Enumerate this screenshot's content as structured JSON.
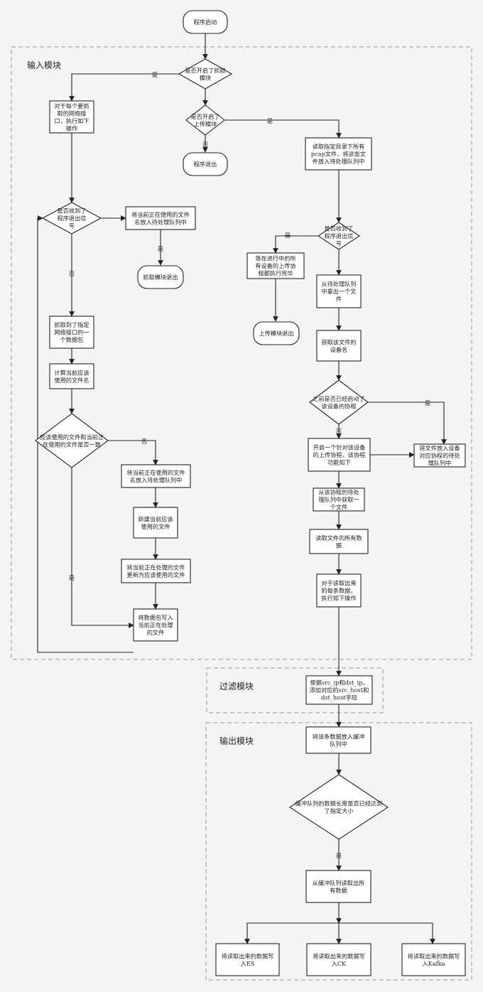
{
  "regions": {
    "input": "输入模块",
    "filter": "过滤模块",
    "output": "输出模块"
  },
  "nodes": {
    "start": [
      "程序启动"
    ],
    "d_capture": [
      "是否开启了抓取",
      "模块"
    ],
    "d_upload": [
      "是否开启了",
      "上传模块"
    ],
    "exit_prog": [
      "程序退出"
    ],
    "foreach_iface": [
      "对于每个要抓",
      "取的网络接",
      "口，执行如下",
      "操作"
    ],
    "d_exit_signal_left": [
      "是否收到了",
      "程序退出信",
      "号"
    ],
    "queue_current_left": [
      "将当前正在使用的文件",
      "名放入待处理队列中"
    ],
    "capture_exit": [
      "抓取模块退出"
    ],
    "captured_packet": [
      "抓取到了指定",
      "网络接口的一",
      "个数据包"
    ],
    "compute_filename": [
      "计算当前应该",
      "使用的文件名"
    ],
    "d_same_file": [
      "应该使用的文件和当前正",
      "在使用的文件是否一致"
    ],
    "queue_current_2": [
      "将当前正在使用的文件",
      "名放入待处理队列中"
    ],
    "new_file": [
      "新建当前应该",
      "使用的文件"
    ],
    "update_file": [
      "将当前正在处理的文件",
      "更新为应该使用的文件"
    ],
    "write_packet": [
      "将数据包写入",
      "当前正在处理",
      "的文件"
    ],
    "read_dir": [
      "读取指定目录下所有",
      "pcap文件，将这些文",
      "件放入待处理队列中"
    ],
    "d_exit_signal_right": [
      "是否收到了",
      "程序退出信",
      "号"
    ],
    "wait_upload": [
      "等在进行中的所",
      "有设备的上传协",
      "程都执行完毕"
    ],
    "upload_exit": [
      "上传模块退出"
    ],
    "take_file": [
      "从待处理队列",
      "中拿出一个文",
      "件"
    ],
    "get_device": [
      "获取该文件的",
      "设备名"
    ],
    "d_coroutine": [
      "之前是否已经启动了",
      "该设备的协程"
    ],
    "start_coroutine": [
      "开启一个针对该设备",
      "的上传协程，该协程",
      "功能如下"
    ],
    "put_device_queue": [
      "将文件放入设备",
      "对应协程的待处",
      "理队列中"
    ],
    "coroutine_get": [
      "从该协程的待处",
      "理队列中获取一",
      "个文件"
    ],
    "read_all_data": [
      "读取文件的所有数",
      "据"
    ],
    "foreach_data": [
      "对于读取出来",
      "的每条数据，",
      "执行如下操作"
    ],
    "add_fields": [
      "根据src_ip和dst_ip，",
      "添加对应的src_host和",
      "dst_host字段"
    ],
    "to_buffer": [
      "将该条数据放入缓冲",
      "队列中"
    ],
    "d_buffer_size": [
      "缓冲队列的数据长度是否已经达到",
      "了指定大小"
    ],
    "read_buffer": [
      "从缓冲队列读取出所",
      "有数据"
    ],
    "write_es": [
      "将读取出来的数据写",
      "入ES"
    ],
    "write_ck": [
      "将读取出来的数据写",
      "入CK"
    ],
    "write_kafka": [
      "将读取出来的数据写",
      "入Kafka"
    ]
  },
  "edge_labels": {
    "yes": "是",
    "no": "否"
  }
}
